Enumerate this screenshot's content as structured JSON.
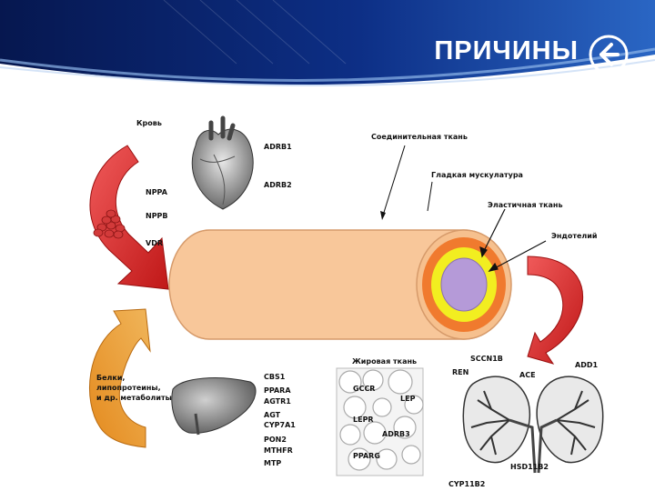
{
  "header": {
    "title": "ПРИЧИНЫ",
    "back_icon": "arrow-left-circle-icon",
    "colors": {
      "dark": "#0a1f63",
      "mid": "#1a4fa8",
      "light": "#6fa3e0"
    }
  },
  "diagram": {
    "labels": {
      "blood": "Кровь",
      "connective": "Соединительная ткань",
      "smooth_muscle": "Гладкая мускулатура",
      "elastic": "Эластичная ткань",
      "endothelium": "Эндотелий",
      "fat": "Жировая ткань",
      "proteins": "Белки,\nлипопротеины,\nи др. метаболиты"
    },
    "heart_genes": [
      "ADRB1",
      "ADRB2"
    ],
    "blood_genes": [
      "NPPA",
      "NPPB",
      "VDR"
    ],
    "liver_genes": [
      "CBS1",
      "PPARA",
      "AGTR1",
      "AGT",
      "CYP7A1",
      "PON2",
      "MTHFR",
      "MTP"
    ],
    "fat_genes": [
      "GCCR",
      "LEP",
      "LEPR",
      "ADRB3",
      "PPARG"
    ],
    "kidney_genes": {
      "sccn1b": "SCCN1B",
      "ren": "REN",
      "ace": "ACE",
      "add1": "ADD1",
      "hsd11b2": "HSD11B2",
      "cyp11b2": "CYP11B2"
    },
    "colors": {
      "vessel": "#f7c99a",
      "smooth": "#f07a2e",
      "elastic": "#f5f21e",
      "lumen": "#b59ad8",
      "arrow_red": "#d42020",
      "arrow_orange": "#e0942a"
    }
  }
}
